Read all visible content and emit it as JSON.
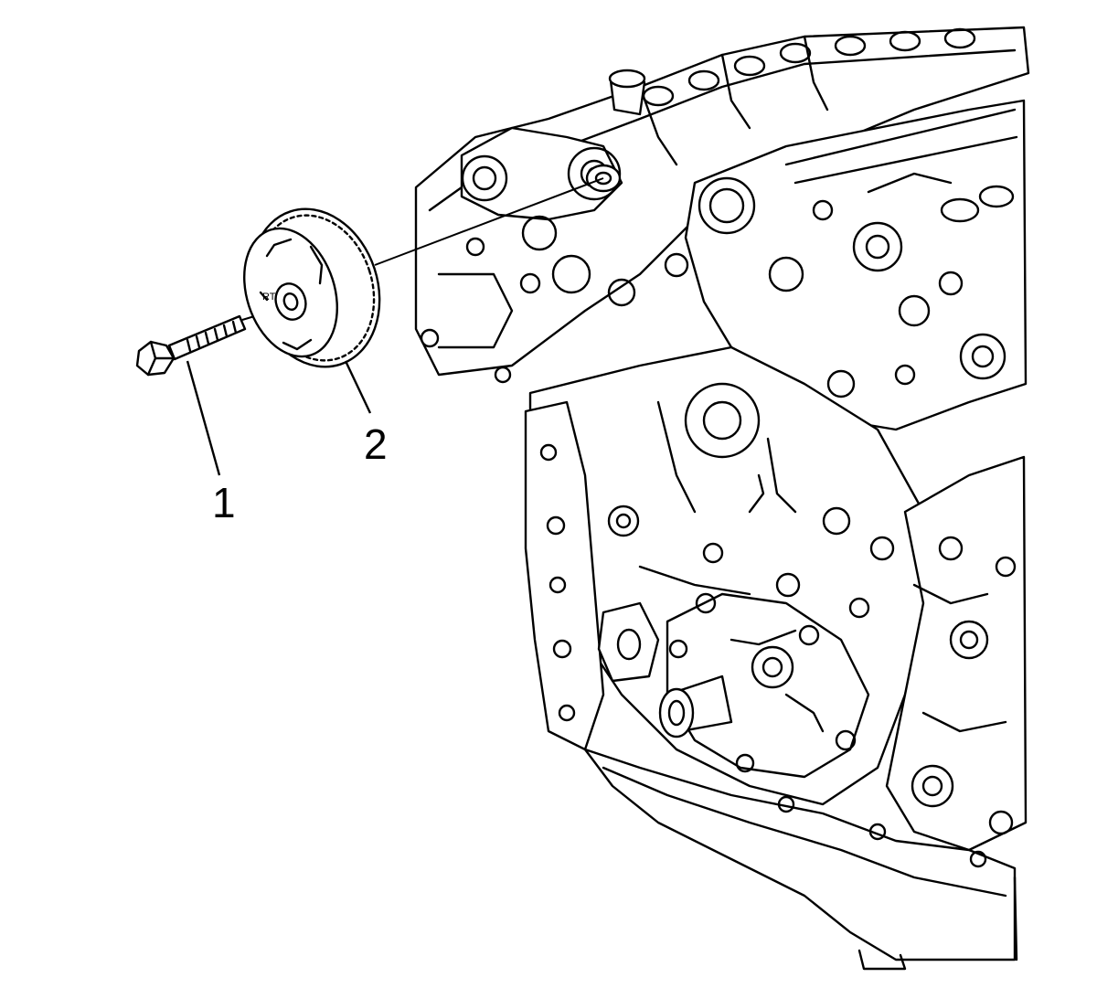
{
  "diagram": {
    "callouts": [
      {
        "id": "1",
        "label": "1",
        "part": "bolt"
      },
      {
        "id": "2",
        "label": "2",
        "part": "camshaft-sprocket-actuator"
      }
    ]
  },
  "colors": {
    "ink": "#000000",
    "paper": "#ffffff"
  }
}
